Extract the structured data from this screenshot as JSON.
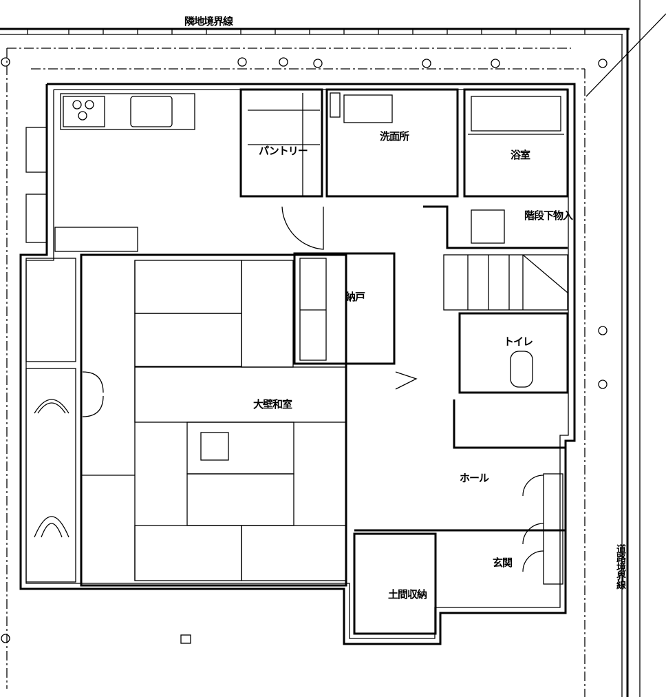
{
  "boundaries": {
    "neighbor": "隣地境界線",
    "road": "道路境界線"
  },
  "rooms": {
    "pantry": "パントリー",
    "washroom": "洗面所",
    "bathroom": "浴室",
    "under_stair_storage": "階段下物入",
    "closet": "納戸",
    "toilet": "トイレ",
    "japanese_room": "大壁和室",
    "hall": "ホール",
    "entrance": "玄関",
    "earthen_storage": "土間収納"
  },
  "symbols": [
    "stove-icon",
    "sink-icon",
    "toilet-fixture-icon",
    "door-swing-icon",
    "lamp-icon",
    "grid-mark-icon"
  ]
}
